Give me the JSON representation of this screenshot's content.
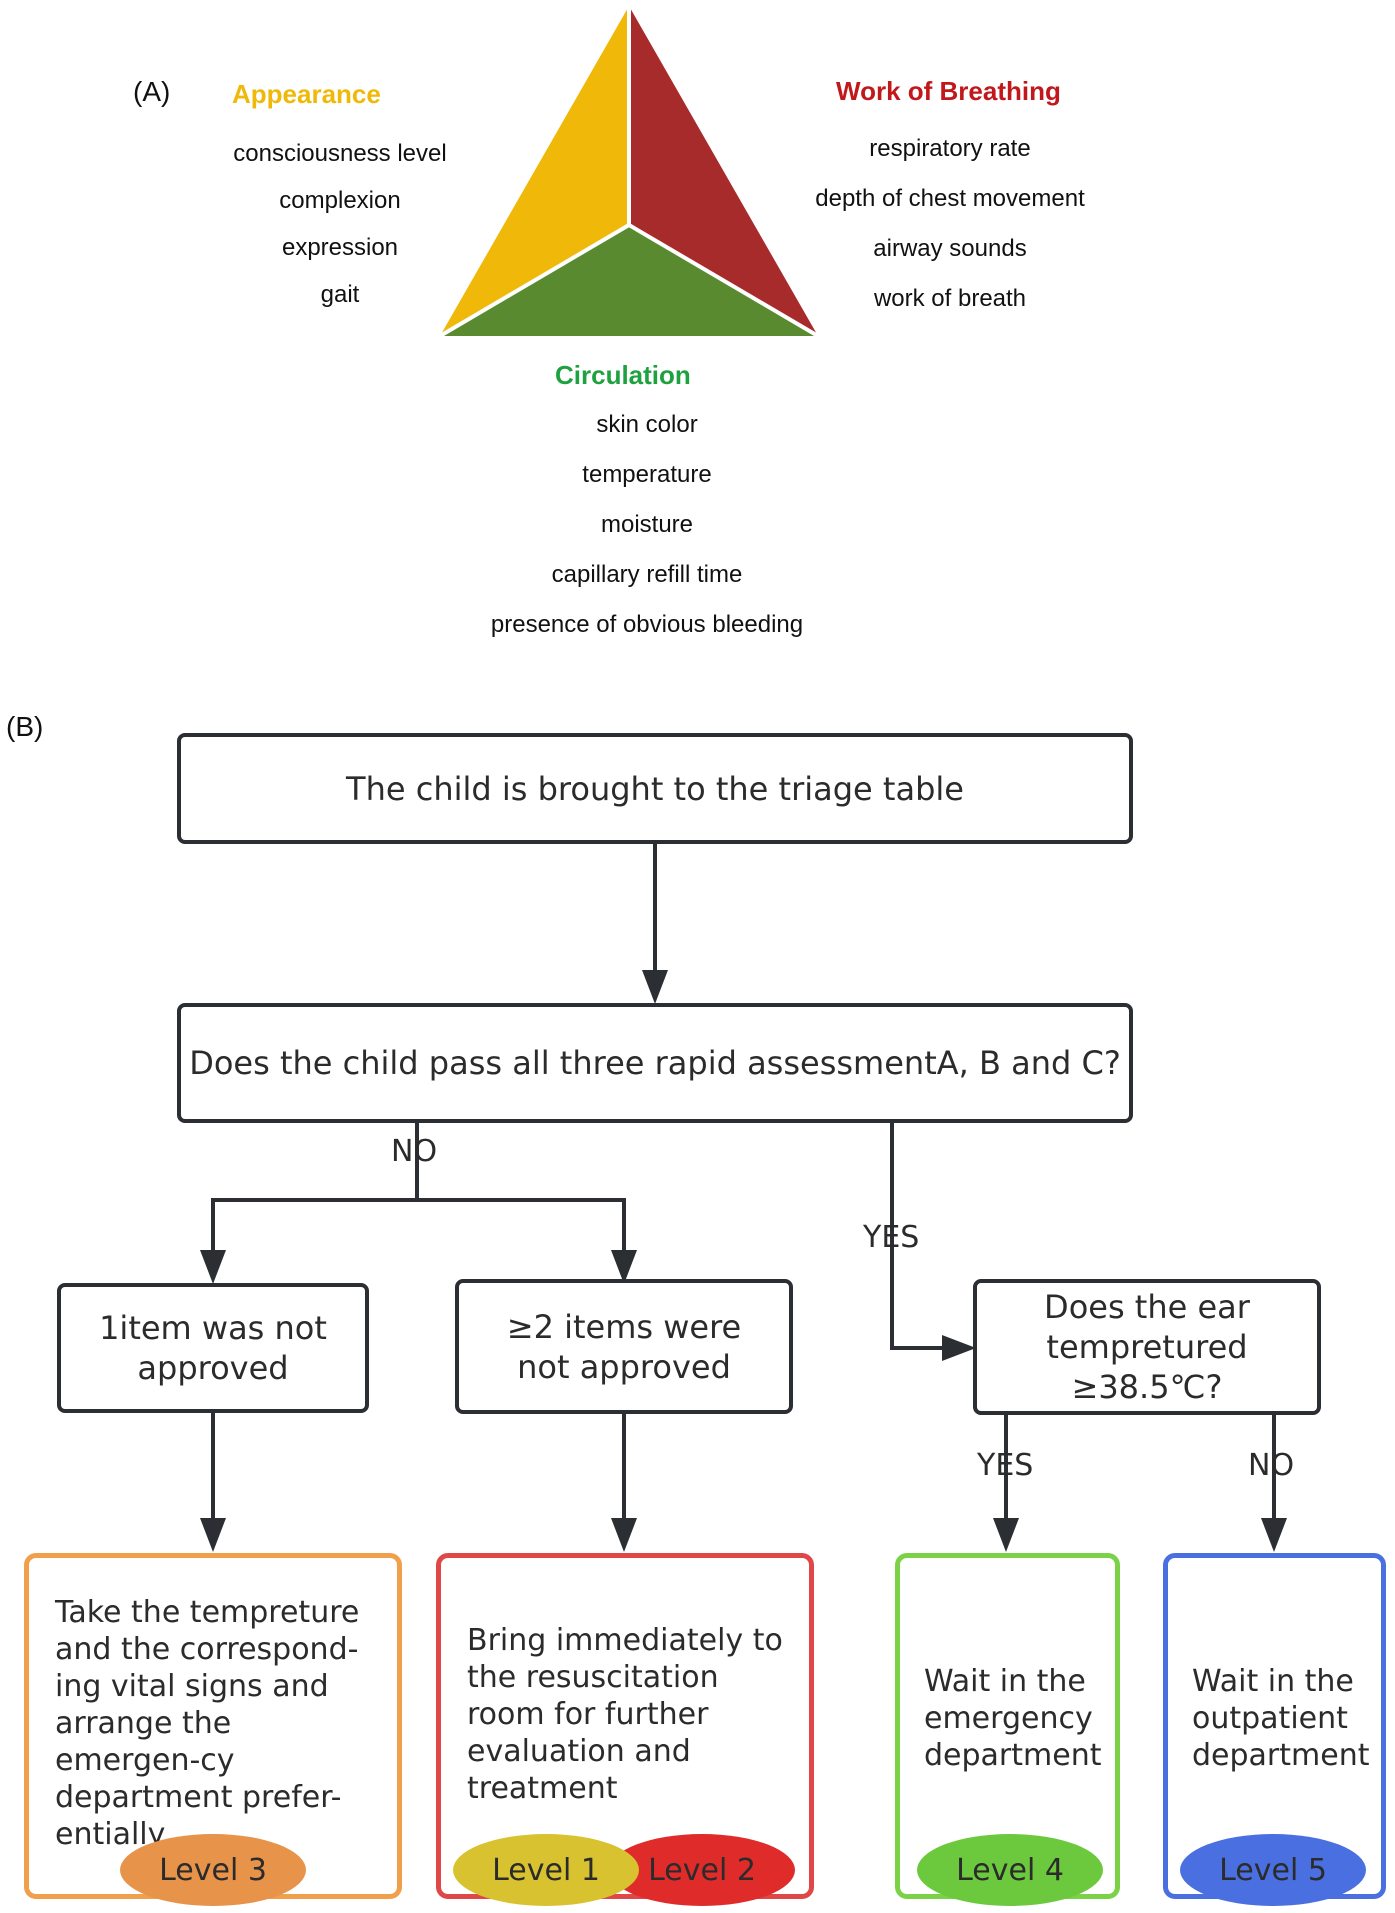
{
  "panel_a": {
    "label": "(A)",
    "appearance": {
      "title": "Appearance",
      "color": "#F0B90A",
      "items": [
        "consciousness level",
        "complexion",
        "expression",
        "gait"
      ]
    },
    "breathing": {
      "title": "Work of Breathing",
      "color": "#C0181B",
      "triangle_color": "#A82B2C",
      "items": [
        "respiratory rate",
        "depth of chest movement",
        "airway sounds",
        "work of breath"
      ]
    },
    "circulation": {
      "title": "Circulation",
      "color": "#1DA23F",
      "triangle_color": "#5A8A30",
      "items": [
        "skin color",
        "temperature",
        "moisture",
        "capillary refill time",
        "presence of obvious bleeding"
      ]
    }
  },
  "panel_b": {
    "label": "(B)",
    "start": "The child is brought to the triage table",
    "question_abc": "Does the child pass all three rapid assessmentA, B and C?",
    "no_label": "NO",
    "yes_label": "YES",
    "one_item": "1item was not approved",
    "two_items": "≥2 items were not approved",
    "ear_question": "Does the ear tempretured ≥38.5℃?",
    "ear_yes": "YES",
    "ear_no": "NO",
    "outcomes": {
      "level3": {
        "text": "Take the tempreture and the correspond-ing vital signs and arrange the emergen-cy department prefer-entially",
        "level": "Level 3",
        "border": "#F0A04B",
        "pill": "#E8934A"
      },
      "level12": {
        "text": "Bring immediately to the resuscitation room for further evaluation and treatment",
        "level1": "Level 1",
        "level2": "Level 2",
        "border": "#E04848",
        "pill1": "#D9C22F",
        "pill2": "#E02B2B"
      },
      "level4": {
        "text": "Wait in the emergency department",
        "level": "Level 4",
        "border": "#7BD246",
        "pill": "#6CC93E"
      },
      "level5": {
        "text": "Wait in the outpatient department",
        "level": "Level 5",
        "border": "#4A6FE0",
        "pill": "#4A6FE0"
      }
    }
  }
}
